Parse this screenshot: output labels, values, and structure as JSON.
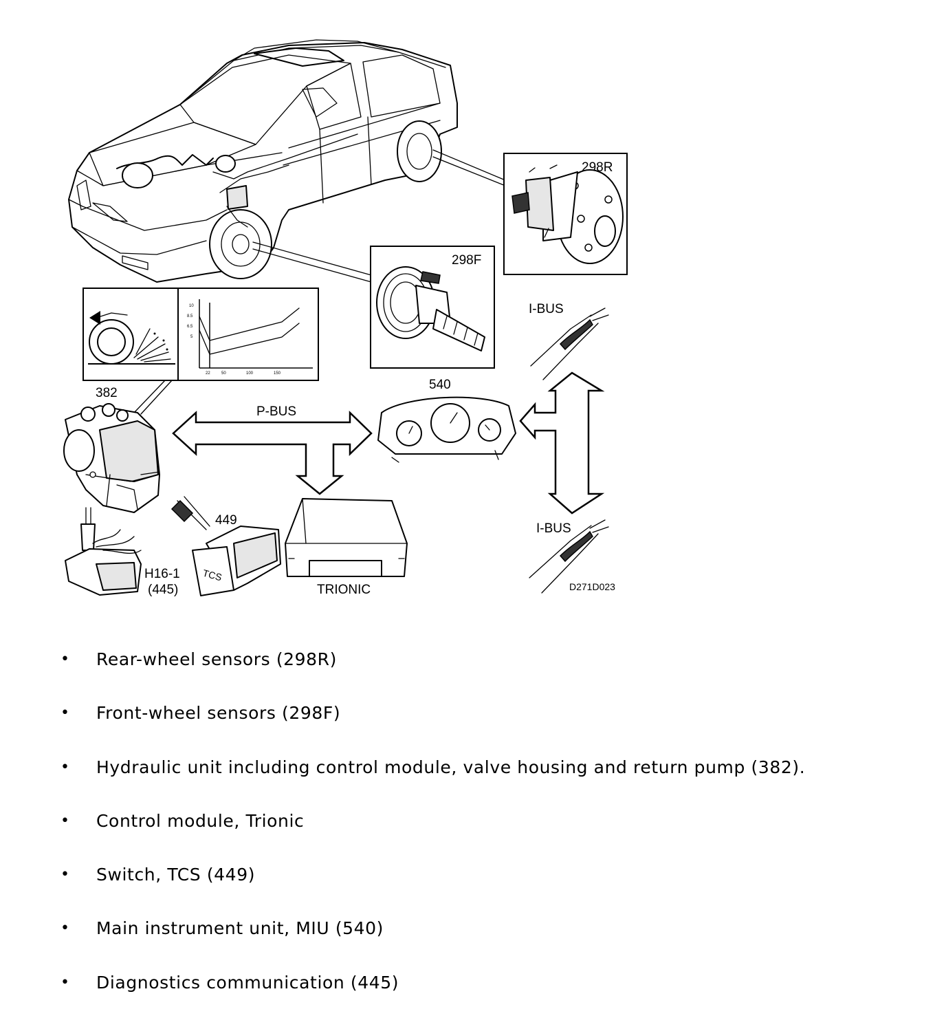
{
  "diagram": {
    "labels": {
      "rear_sensor": "298R",
      "front_sensor": "298F",
      "hydraulic_unit": "382",
      "miu": "540",
      "tcs_switch": "449",
      "diag_connector": "H16-1",
      "diag_connector_ref": "(445)",
      "trionic": "TRIONIC",
      "p_bus": "P-BUS",
      "i_bus_top": "I-BUS",
      "i_bus_bottom": "I-BUS",
      "switch_text": "TCS",
      "drawing_id": "D271D023"
    },
    "graph": {
      "y_ticks": [
        "10",
        "8.5",
        "6.5",
        "5"
      ],
      "x_ticks": [
        "22",
        "50",
        "100",
        "150"
      ]
    }
  },
  "legend": {
    "bullet": "•",
    "items": [
      "Rear-wheel sensors (298R)",
      "Front-wheel sensors (298F)",
      "Hydraulic unit including control module, valve housing and return pump (382).",
      "Control module, Trionic",
      "Switch, TCS (449)",
      "Main instrument unit, MIU (540)",
      "Diagnostics communication (445)"
    ]
  }
}
